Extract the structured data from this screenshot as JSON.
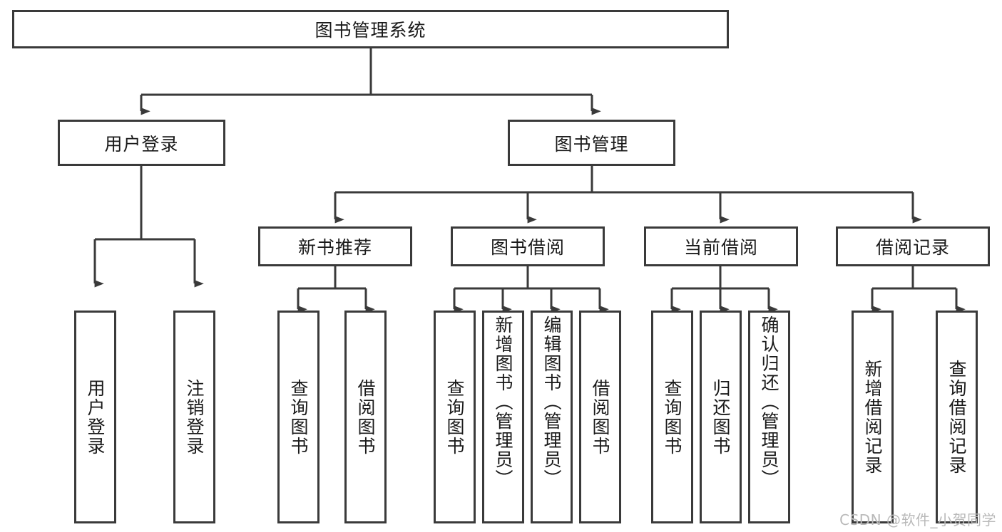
{
  "diagram": {
    "title": "图书管理系统",
    "type": "tree-hierarchy",
    "colors": {
      "box_border": "#3a3a3a",
      "box_fill": "#ffffff",
      "edge": "#3a3a3a",
      "text": "#1a1a1a",
      "watermark": "#b9b9b9",
      "background": "#ffffff"
    },
    "root": {
      "label": "图书管理系统"
    },
    "level2": [
      {
        "label": "用户登录"
      },
      {
        "label": "图书管理"
      }
    ],
    "level3": [
      {
        "label": "新书推荐"
      },
      {
        "label": "图书借阅"
      },
      {
        "label": "当前借阅"
      },
      {
        "label": "借阅记录"
      }
    ],
    "leaves": {
      "user_login": [
        {
          "label": "用户登录"
        },
        {
          "label": "注销登录"
        }
      ],
      "new_book": [
        {
          "label": "查询图书"
        },
        {
          "label": "借阅图书"
        }
      ],
      "book_borrow": [
        {
          "label": "查询图书"
        },
        {
          "label": "新增图书（管理员）"
        },
        {
          "label": "编辑图书（管理员）"
        },
        {
          "label": "借阅图书"
        }
      ],
      "current_borrow": [
        {
          "label": "查询图书"
        },
        {
          "label": "归还图书"
        },
        {
          "label": "确认归还（管理员）"
        }
      ],
      "borrow_record": [
        {
          "label": "新增借阅记录"
        },
        {
          "label": "查询借阅记录"
        }
      ]
    },
    "watermark": "CSDN @软件_小贺同学"
  }
}
